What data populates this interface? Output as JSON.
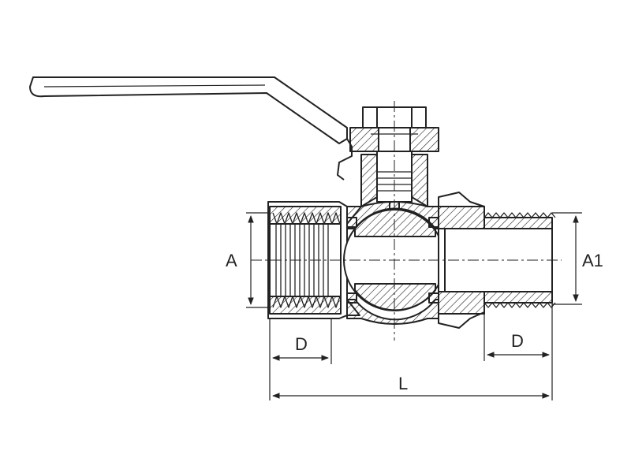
{
  "labels": {
    "outer_left": "A",
    "outer_right": "A1",
    "thread_left": "D",
    "thread_right": "D",
    "length": "L"
  },
  "colors": {
    "ink": "#222222",
    "background": "#ffffff"
  }
}
